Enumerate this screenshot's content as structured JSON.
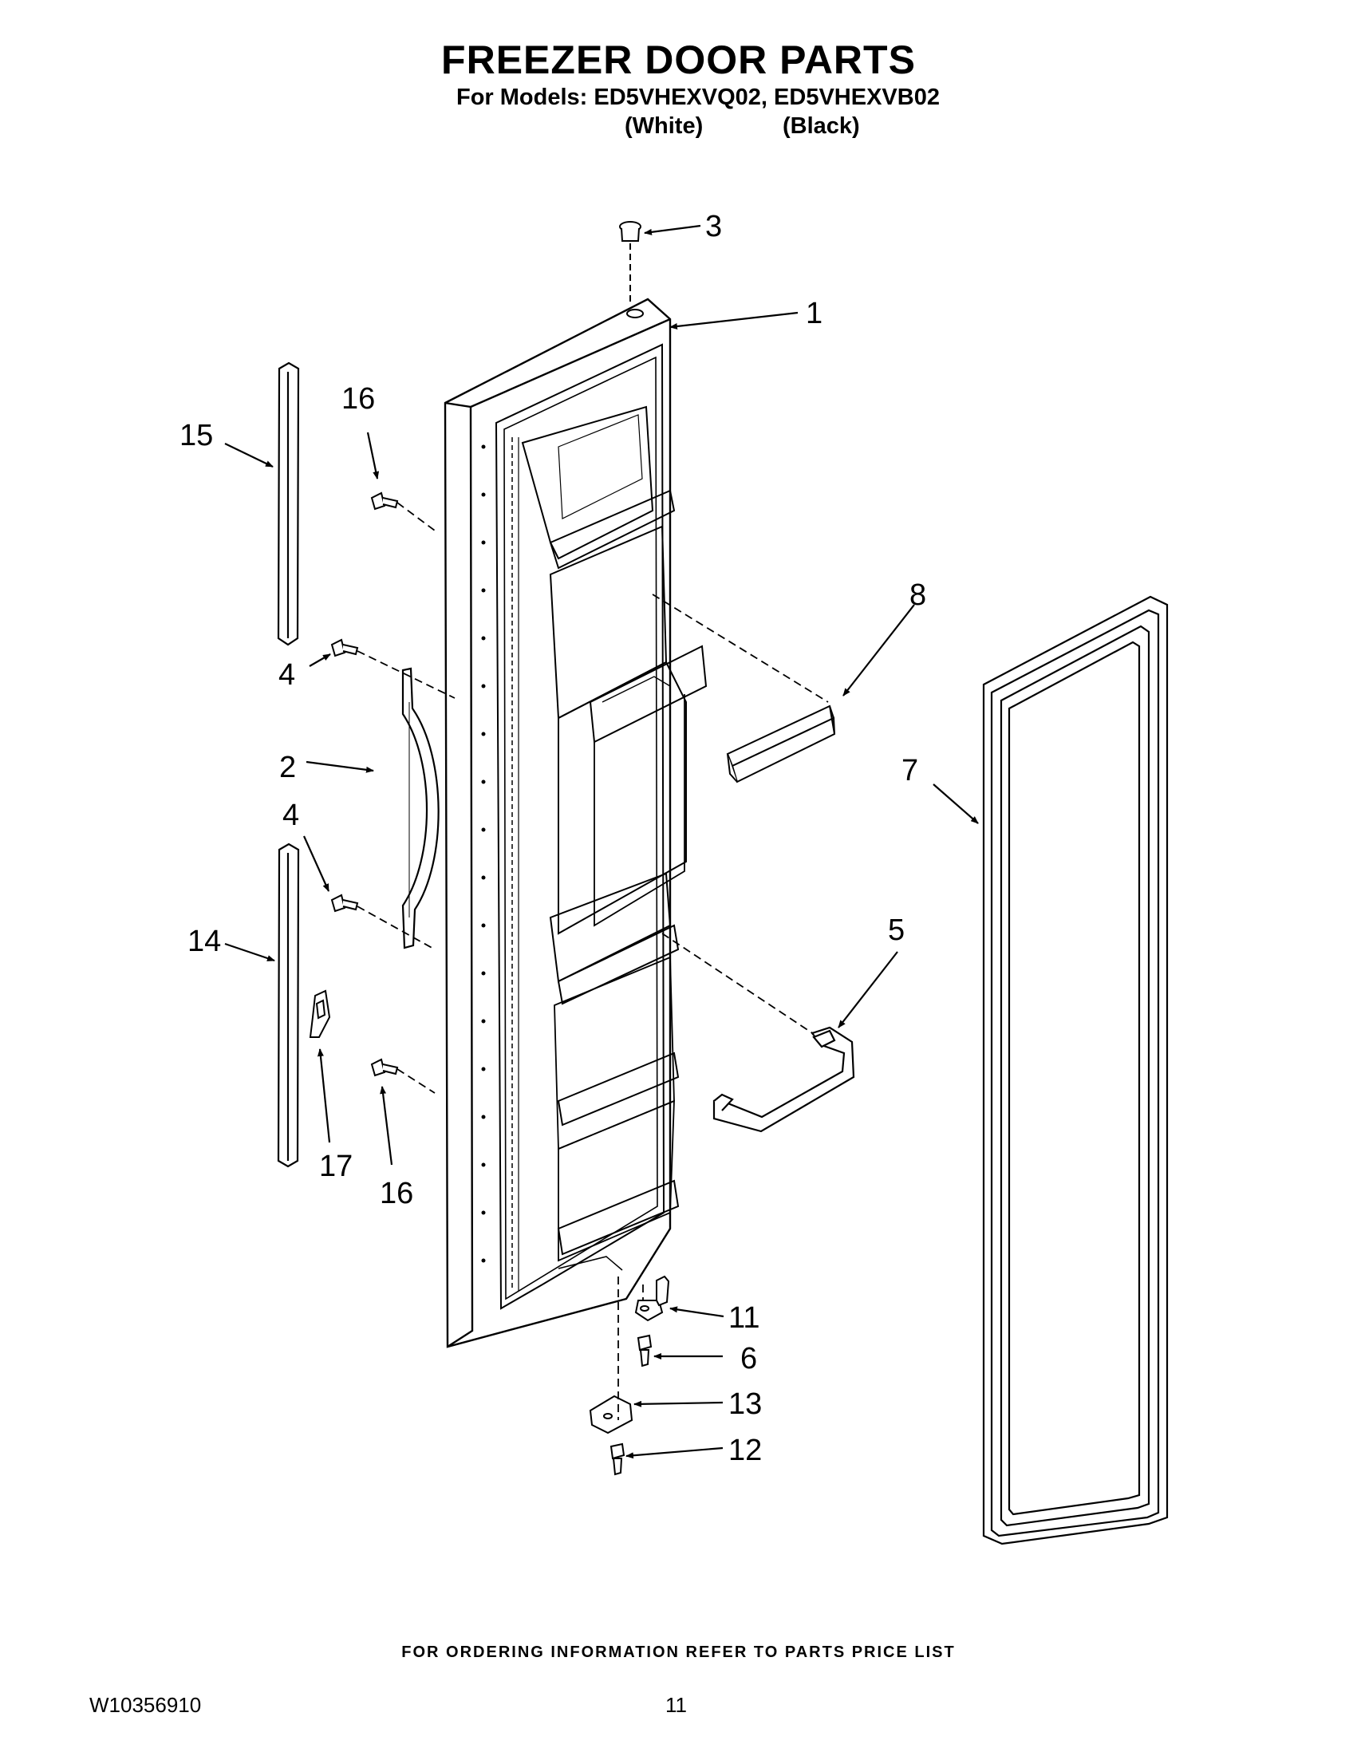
{
  "header": {
    "title": "FREEZER DOOR PARTS",
    "models": "For Models: ED5VHEXVQ02, ED5VHEXVB02",
    "color_white": "(White)",
    "color_black": "(Black)"
  },
  "callouts": {
    "c1": "1",
    "c2": "2",
    "c3": "3",
    "c4a": "4",
    "c4b": "4",
    "c5": "5",
    "c6": "6",
    "c7": "7",
    "c8": "8",
    "c11": "11",
    "c12": "12",
    "c13": "13",
    "c14": "14",
    "c15": "15",
    "c16a": "16",
    "c16b": "16",
    "c17": "17"
  },
  "footer": {
    "ordering_note": "FOR ORDERING INFORMATION REFER TO PARTS PRICE LIST",
    "document_number": "W10356910",
    "page_number": "11"
  }
}
